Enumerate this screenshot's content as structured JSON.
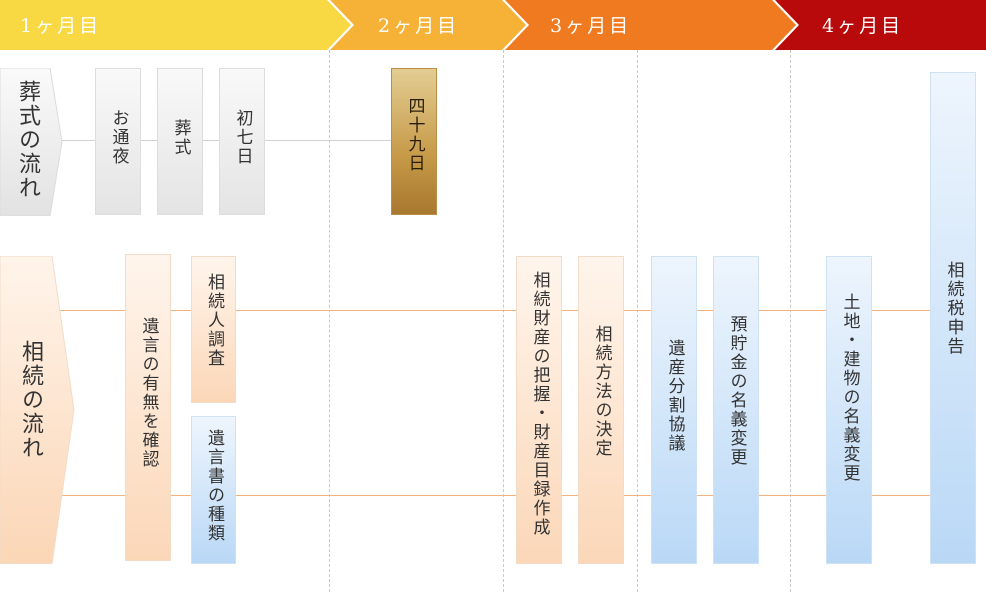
{
  "months": [
    {
      "label": "1ヶ月目",
      "color": "#f8d843"
    },
    {
      "label": "2ヶ月目",
      "color": "#f6b237"
    },
    {
      "label": "3ヶ月目",
      "color": "#ef7a1f"
    },
    {
      "label": "4ヶ月目",
      "color": "#b80a0a"
    }
  ],
  "rows": {
    "funeral": {
      "title": "葬式の流れ"
    },
    "inheritance": {
      "title": "相続の流れ"
    }
  },
  "funeral_steps": [
    {
      "label": "お通夜"
    },
    {
      "label": "葬式"
    },
    {
      "label": "初七日"
    },
    {
      "label": "四十九日"
    }
  ],
  "inheritance_steps": [
    {
      "label": "遺言の有無を確認"
    },
    {
      "label": "相続人調査"
    },
    {
      "label": "遺言書の種類"
    },
    {
      "label": "相続財産の把握・財産目録作成"
    },
    {
      "label": "相続方法の決定"
    },
    {
      "label": "遺産分割協議"
    },
    {
      "label": "預貯金の名義変更"
    },
    {
      "label": "土地・建物の名義変更"
    },
    {
      "label": "相続税申告"
    }
  ],
  "colors": {
    "funeral_line": "#d0d0d0",
    "inheritance_line": "#f4b27e",
    "divider": "#c8c8c8"
  }
}
